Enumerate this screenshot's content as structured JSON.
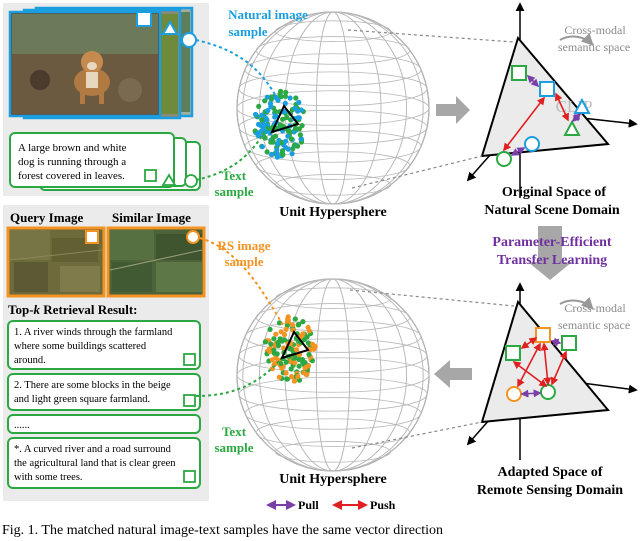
{
  "labels": {
    "natural_image_sample": [
      "Natural image",
      "sample"
    ],
    "text_sample_top": [
      "Text",
      "sample"
    ],
    "rs_image_sample": [
      "RS image",
      "sample"
    ],
    "text_sample_bottom": [
      "Text",
      "sample"
    ],
    "unit_hypersphere_top": "Unit Hypersphere",
    "unit_hypersphere_bottom": "Unit Hypersphere",
    "cross_modal_top": [
      "Cross-modal",
      "semantic space"
    ],
    "cross_modal_bottom": [
      "Cross-modal",
      "semantic space"
    ],
    "clip": "CLIP",
    "original_space": [
      "Original Space of",
      "Natural Scene Domain"
    ],
    "adapted_space": [
      "Adapted Space of",
      "Remote Sensing Domain"
    ],
    "petl": [
      "Parameter-Efficient",
      "Transfer Learning"
    ],
    "query_image": "Query Image",
    "similar_image": "Similar Image",
    "topk_prefix": "Top-",
    "topk_k": "k",
    "topk_suffix": " Retrieval Result:",
    "legend_pull": "Pull",
    "legend_push": "Push",
    "caption": "Fig. 1.  The matched natural image-text samples have the same vector direction"
  },
  "natural_caption": [
    "A large brown and  white",
    "dog is running through a",
    "forest covered in leaves."
  ],
  "retrieval_results": [
    [
      "1. A river winds through the farmland",
      "where some buildings scattered",
      "around."
    ],
    [
      "2. There are some blocks in the beige",
      "and light green square farmland."
    ],
    [
      "......"
    ],
    [
      "*. A curved river and a road surround",
      "the agricultural land that is clear green",
      "with some trees."
    ]
  ],
  "colors": {
    "blue": "#1a9ee0",
    "green": "#2ca843",
    "orange": "#f39321",
    "purple": "#7b3fa8",
    "red": "#e02020",
    "gray_arrow": "#a7a7a7",
    "panel_bg": "#ebebeb",
    "petl_purple": "#7030a0"
  }
}
